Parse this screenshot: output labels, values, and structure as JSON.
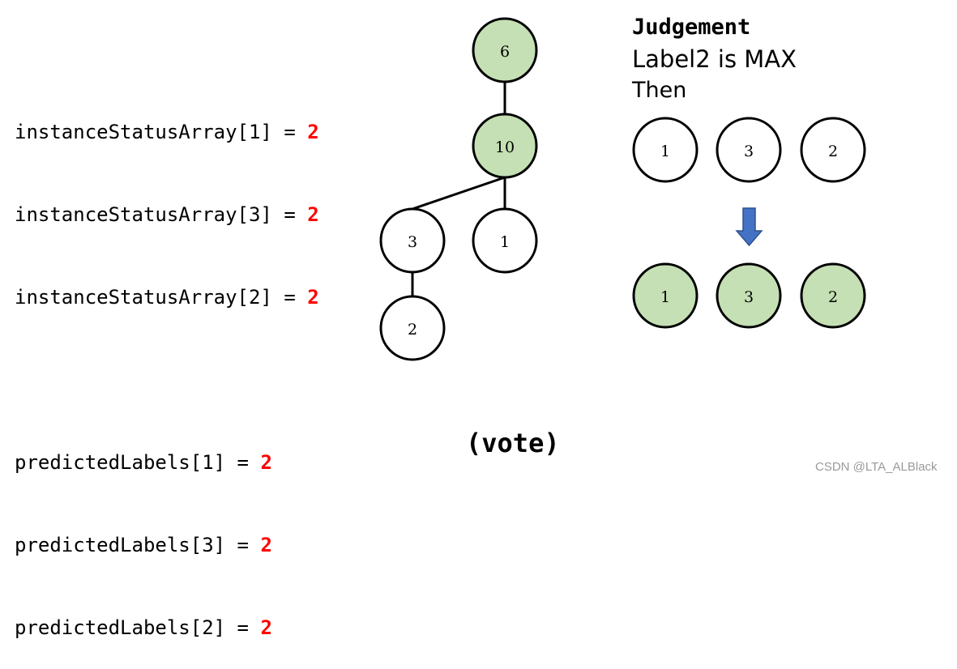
{
  "code": {
    "status_lines": [
      {
        "text": "instanceStatusArray[1] = ",
        "value": "2"
      },
      {
        "text": "instanceStatusArray[3] = ",
        "value": "2"
      },
      {
        "text": "instanceStatusArray[2] = ",
        "value": "2"
      }
    ],
    "label_lines": [
      {
        "text": "predictedLabels[1] = ",
        "value": "2"
      },
      {
        "text": "predictedLabels[3] = ",
        "value": "2"
      },
      {
        "text": "predictedLabels[2] = ",
        "value": "2"
      }
    ]
  },
  "tree": {
    "nodes": [
      {
        "id": "6",
        "label": "6",
        "filled": true
      },
      {
        "id": "10",
        "label": "10",
        "filled": true
      },
      {
        "id": "3",
        "label": "3",
        "filled": false
      },
      {
        "id": "1",
        "label": "1",
        "filled": false
      },
      {
        "id": "2",
        "label": "2",
        "filled": false
      }
    ],
    "edges": [
      [
        "6",
        "10"
      ],
      [
        "10",
        "3"
      ],
      [
        "10",
        "1"
      ],
      [
        "3",
        "2"
      ]
    ]
  },
  "judgement": {
    "title": "Judgement",
    "line1": "Label2 is MAX",
    "line2": "Then",
    "before": [
      {
        "label": "1"
      },
      {
        "label": "3"
      },
      {
        "label": "2"
      }
    ],
    "after": [
      {
        "label": "1"
      },
      {
        "label": "3"
      },
      {
        "label": "2"
      }
    ]
  },
  "caption": "(vote)",
  "watermark": "CSDN @LTA_ALBlack",
  "colors": {
    "node_fill": "#c5e0b4",
    "node_empty": "#ffffff",
    "highlight_value": "#ff0000",
    "arrow": "#4472c4",
    "arrow_stroke": "#2f528f"
  }
}
